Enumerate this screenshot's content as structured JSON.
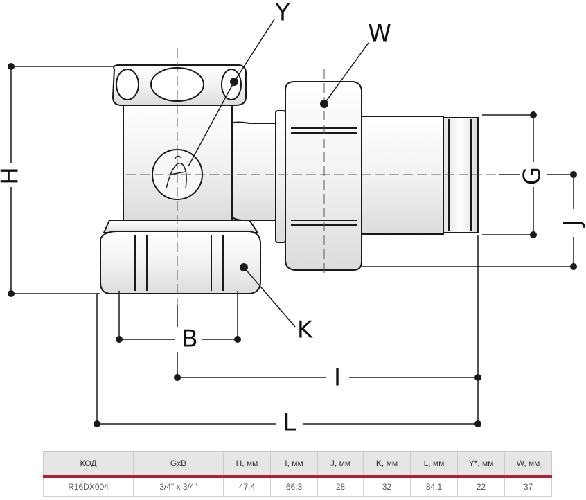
{
  "labels": {
    "Y": "Y",
    "W": "W",
    "H": "H",
    "G": "G",
    "J": "J",
    "B": "B",
    "K": "K",
    "I": "I",
    "L": "L"
  },
  "table": {
    "headers": [
      "КОД",
      "GxB",
      "H, мм",
      "I, мм",
      "J, мм",
      "K, мм",
      "L, мм",
      "Y*, мм",
      "W, мм"
    ],
    "rows": [
      [
        "R16DX004",
        "3/4\" x 3/4\"",
        "47,4",
        "66,3",
        "28",
        "32",
        "84,1",
        "22",
        "37"
      ]
    ]
  },
  "colors": {
    "accent": "#b5202e",
    "line": "#1a1a1a",
    "metal": "#f5f5f5"
  }
}
